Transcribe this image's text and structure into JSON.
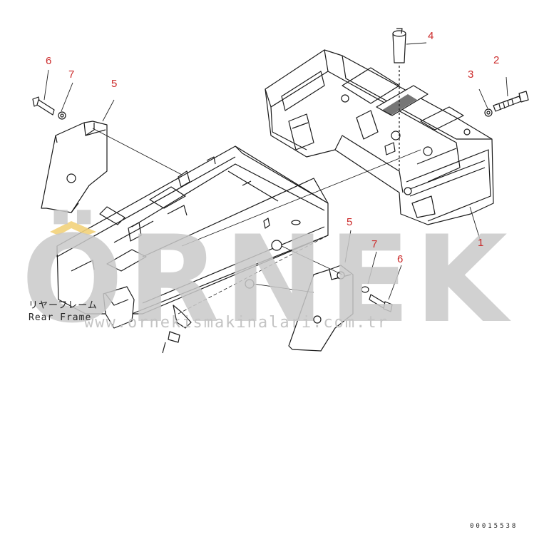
{
  "colors": {
    "line": "#1a1a1a",
    "callout": "#cc2b2b",
    "leader": "#222222",
    "watermark": "#c9c9c9",
    "watermark_accent": "#f2d27a"
  },
  "callouts": [
    {
      "id": "c1",
      "label": "1"
    },
    {
      "id": "c2",
      "label": "2"
    },
    {
      "id": "c3",
      "label": "3"
    },
    {
      "id": "c4",
      "label": "4"
    },
    {
      "id": "c5a",
      "label": "5"
    },
    {
      "id": "c6a",
      "label": "6"
    },
    {
      "id": "c7a",
      "label": "7"
    },
    {
      "id": "c5b",
      "label": "5"
    },
    {
      "id": "c6b",
      "label": "6"
    },
    {
      "id": "c7b",
      "label": "7"
    }
  ],
  "frame_label": {
    "japanese": "リヤーフレーム",
    "english": "Rear Frame"
  },
  "drawing_code": "00015538",
  "watermark": {
    "brand": "ÖRNEK",
    "url": "www.ornekismakinalari.com.tr"
  }
}
